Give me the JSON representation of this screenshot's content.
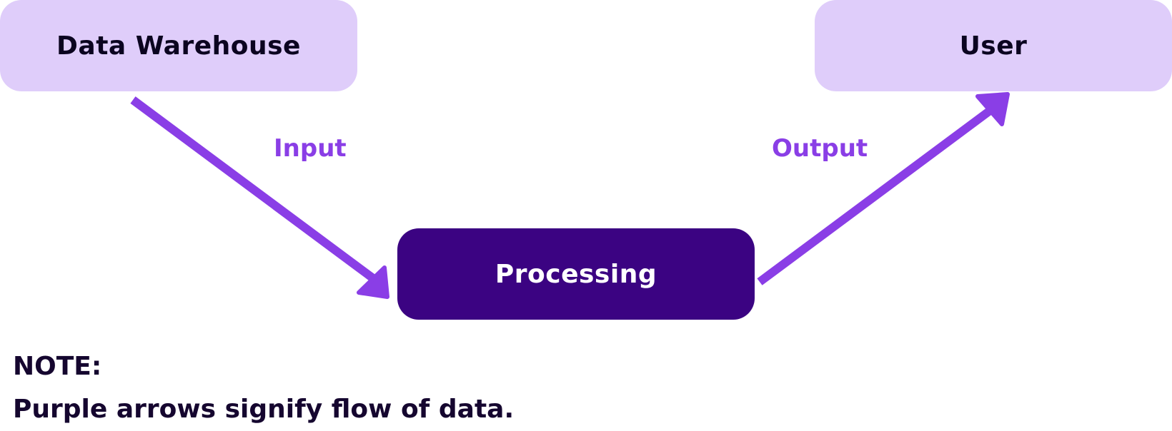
{
  "nodes": {
    "warehouse": "Data Warehouse",
    "processing": "Processing",
    "user": "User"
  },
  "edges": {
    "input_label": "Input",
    "output_label": "Output"
  },
  "note": {
    "title": "NOTE:",
    "text": "Purple arrows signify flow of data."
  },
  "colors": {
    "light_node": "#dfcdfa",
    "dark_node": "#3b0382",
    "arrow": "#8a3ee6"
  }
}
